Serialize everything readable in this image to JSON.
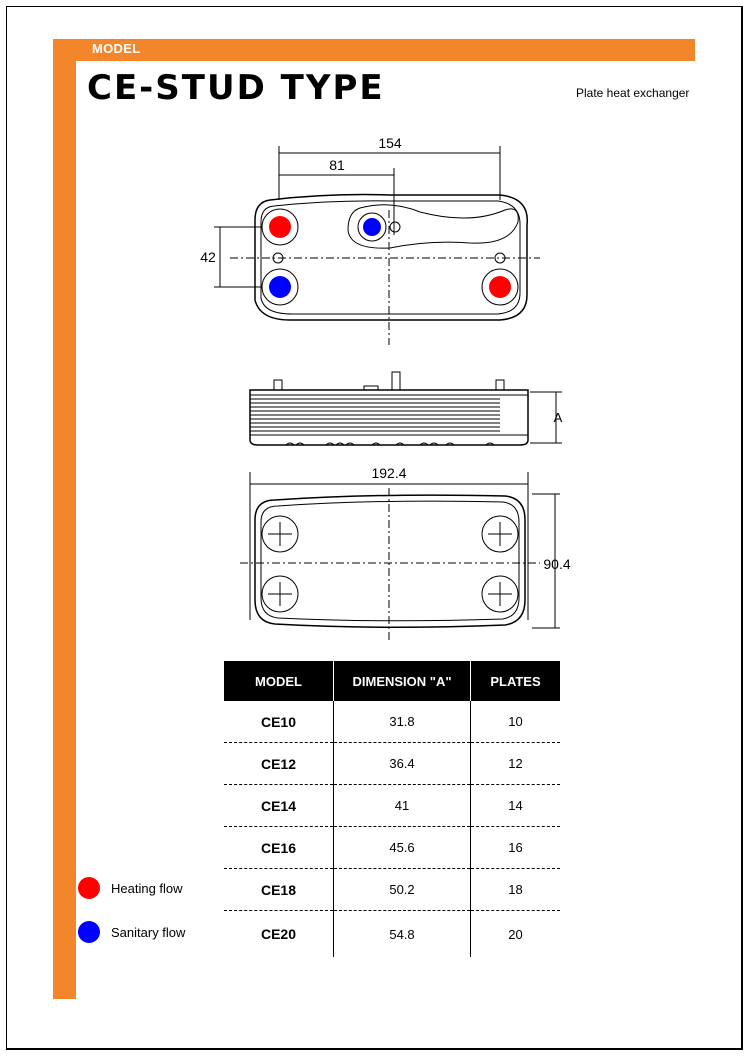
{
  "header": {
    "model_label": "MODEL",
    "title": "CE-STUD TYPE",
    "subtitle": "Plate heat exchanger",
    "accent_color": "#f3862b"
  },
  "drawing": {
    "dim_width_top": "154",
    "dim_port_offset": "81",
    "dim_port_spacing": "42",
    "dim_height_label": "A",
    "dim_overall_length": "192.4",
    "dim_overall_width": "90.4",
    "heating_color": "#ff0000",
    "sanitary_color": "#0000ff"
  },
  "table": {
    "headers": [
      "MODEL",
      "DIMENSION \"A\"",
      "PLATES"
    ],
    "rows": [
      [
        "CE10",
        "31.8",
        "10"
      ],
      [
        "CE12",
        "36.4",
        "12"
      ],
      [
        "CE14",
        "41",
        "14"
      ],
      [
        "CE16",
        "45.6",
        "16"
      ],
      [
        "CE18",
        "50.2",
        "18"
      ],
      [
        "CE20",
        "54.8",
        "20"
      ]
    ]
  },
  "legend": {
    "heating": {
      "label": "Heating flow",
      "color": "#ff0000"
    },
    "sanitary": {
      "label": "Sanitary flow",
      "color": "#0000ff"
    }
  }
}
